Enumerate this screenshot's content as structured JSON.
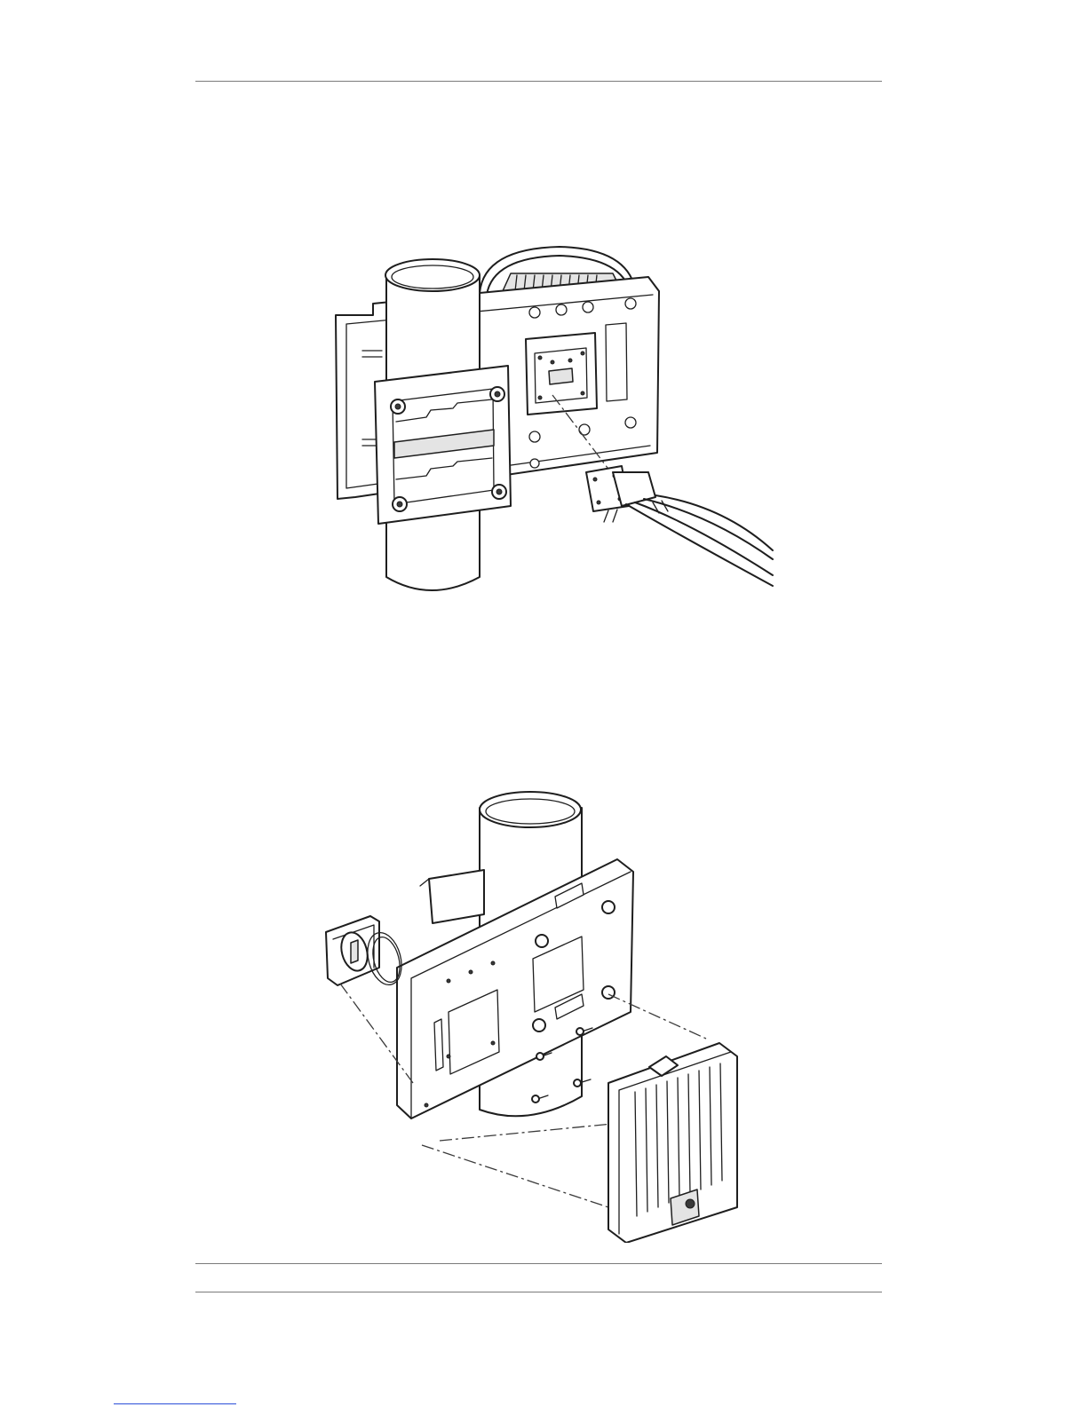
{
  "page": {
    "background": "#ffffff",
    "rule_color": "#7a7a7a",
    "figures": [
      {
        "id": "antenna-pole-mount",
        "icon": "pole-mount-antenna-drawing"
      },
      {
        "id": "odu-pole-mount",
        "icon": "pole-mount-odu-drawing"
      }
    ]
  }
}
